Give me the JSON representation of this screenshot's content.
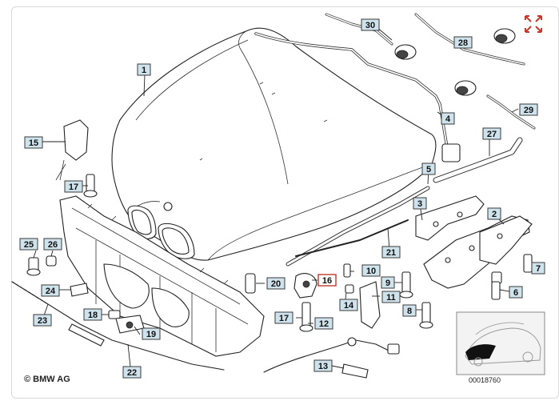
{
  "diagram": {
    "copyright": "© BMW AG",
    "reference": "00018760",
    "labels": [
      "1",
      "15",
      "17",
      "25",
      "26",
      "24",
      "18",
      "23",
      "19",
      "22",
      "20",
      "16",
      "10",
      "9",
      "14",
      "11",
      "17",
      "12",
      "13",
      "8",
      "21",
      "3",
      "2",
      "7",
      "6",
      "5",
      "27",
      "4",
      "30",
      "28",
      "29"
    ],
    "highlighted_label": "16",
    "icons": {
      "expand": "expand-arrows-icon",
      "expand_color": "#c0392b"
    }
  }
}
